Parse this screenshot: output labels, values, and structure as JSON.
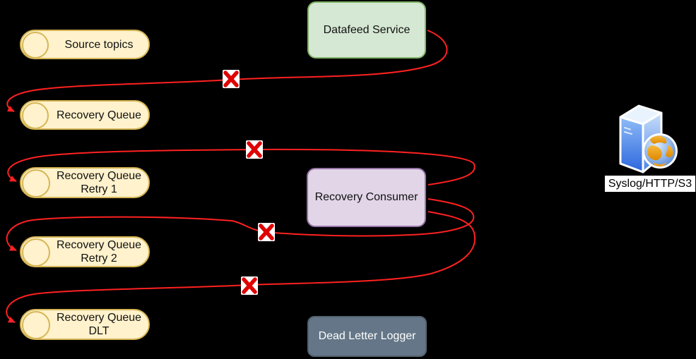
{
  "diagram": {
    "nodes": {
      "source_topics": {
        "label": "Source topics",
        "shape": "queue"
      },
      "recovery_queue": {
        "label": "Recovery Queue",
        "shape": "queue"
      },
      "recovery_retry1": {
        "label": "Recovery Queue Retry 1",
        "shape": "queue"
      },
      "recovery_retry2": {
        "label": "Recovery Queue Retry 2",
        "shape": "queue"
      },
      "recovery_dlt": {
        "label": "Recovery Queue DLT",
        "shape": "queue"
      },
      "datafeed_service": {
        "label": "Datafeed Service",
        "shape": "rounded-box"
      },
      "recovery_consumer": {
        "label": "Recovery Consumer",
        "shape": "rounded-box"
      },
      "dead_letter_logger": {
        "label": "Dead Letter Logger",
        "shape": "rounded-box"
      },
      "syslog_endpoint": {
        "label": "Syslog/HTTP/S3",
        "shape": "server-with-globe"
      }
    },
    "edges": [
      {
        "from": "Datafeed Service",
        "to": "Recovery Queue",
        "style": "failure-curve",
        "marker": "red-x"
      },
      {
        "from": "Recovery Consumer",
        "to": "Recovery Queue Retry 1",
        "style": "failure-curve",
        "marker": "red-x"
      },
      {
        "from": "Recovery Consumer",
        "to": "Recovery Queue Retry 2",
        "style": "failure-curve",
        "marker": "red-x"
      },
      {
        "from": "Recovery Consumer",
        "to": "Recovery Queue DLT",
        "style": "failure-curve",
        "marker": "red-x"
      }
    ],
    "colors": {
      "background": "#000000",
      "queue_fill": "#FFF2CC",
      "queue_stroke": "#D6B656",
      "service_fill": "#D5E8D4",
      "service_stroke": "#82B366",
      "consumer_fill": "#E1D5E7",
      "consumer_stroke": "#9673A6",
      "logger_fill": "#647687",
      "edge_red": "#FF2121",
      "x_mark_red": "#DF0000",
      "x_mark_bg": "#FFFFFF",
      "server_blue": "#3C74D8",
      "globe_orange": "#E8960F"
    }
  }
}
